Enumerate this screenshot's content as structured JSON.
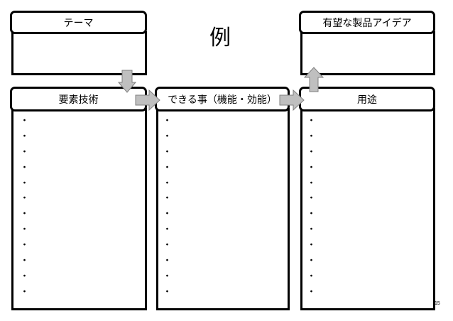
{
  "slide": {
    "title": "例",
    "page_number": "15"
  },
  "theme_box": {
    "label": "テーマ"
  },
  "idea_box": {
    "label": "有望な製品アイデア"
  },
  "columns": [
    {
      "label": "要素技術",
      "bullets": [
        "・",
        "・",
        "・",
        "・",
        "・",
        "・",
        "・",
        "・",
        "・",
        "・",
        "・",
        "・"
      ]
    },
    {
      "label": "できる事（機能・効能）",
      "bullets": [
        "・",
        "・",
        "・",
        "・",
        "・",
        "・",
        "・",
        "・",
        "・",
        "・",
        "・",
        "・"
      ]
    },
    {
      "label": "用途",
      "bullets": [
        "・",
        "・",
        "・",
        "・",
        "・",
        "・",
        "・",
        "・",
        "・",
        "・",
        "・",
        "・"
      ]
    }
  ],
  "colors": {
    "border": "#000000",
    "arrow_fill": "#bfbfbf",
    "arrow_stroke": "#7f7f7f"
  }
}
